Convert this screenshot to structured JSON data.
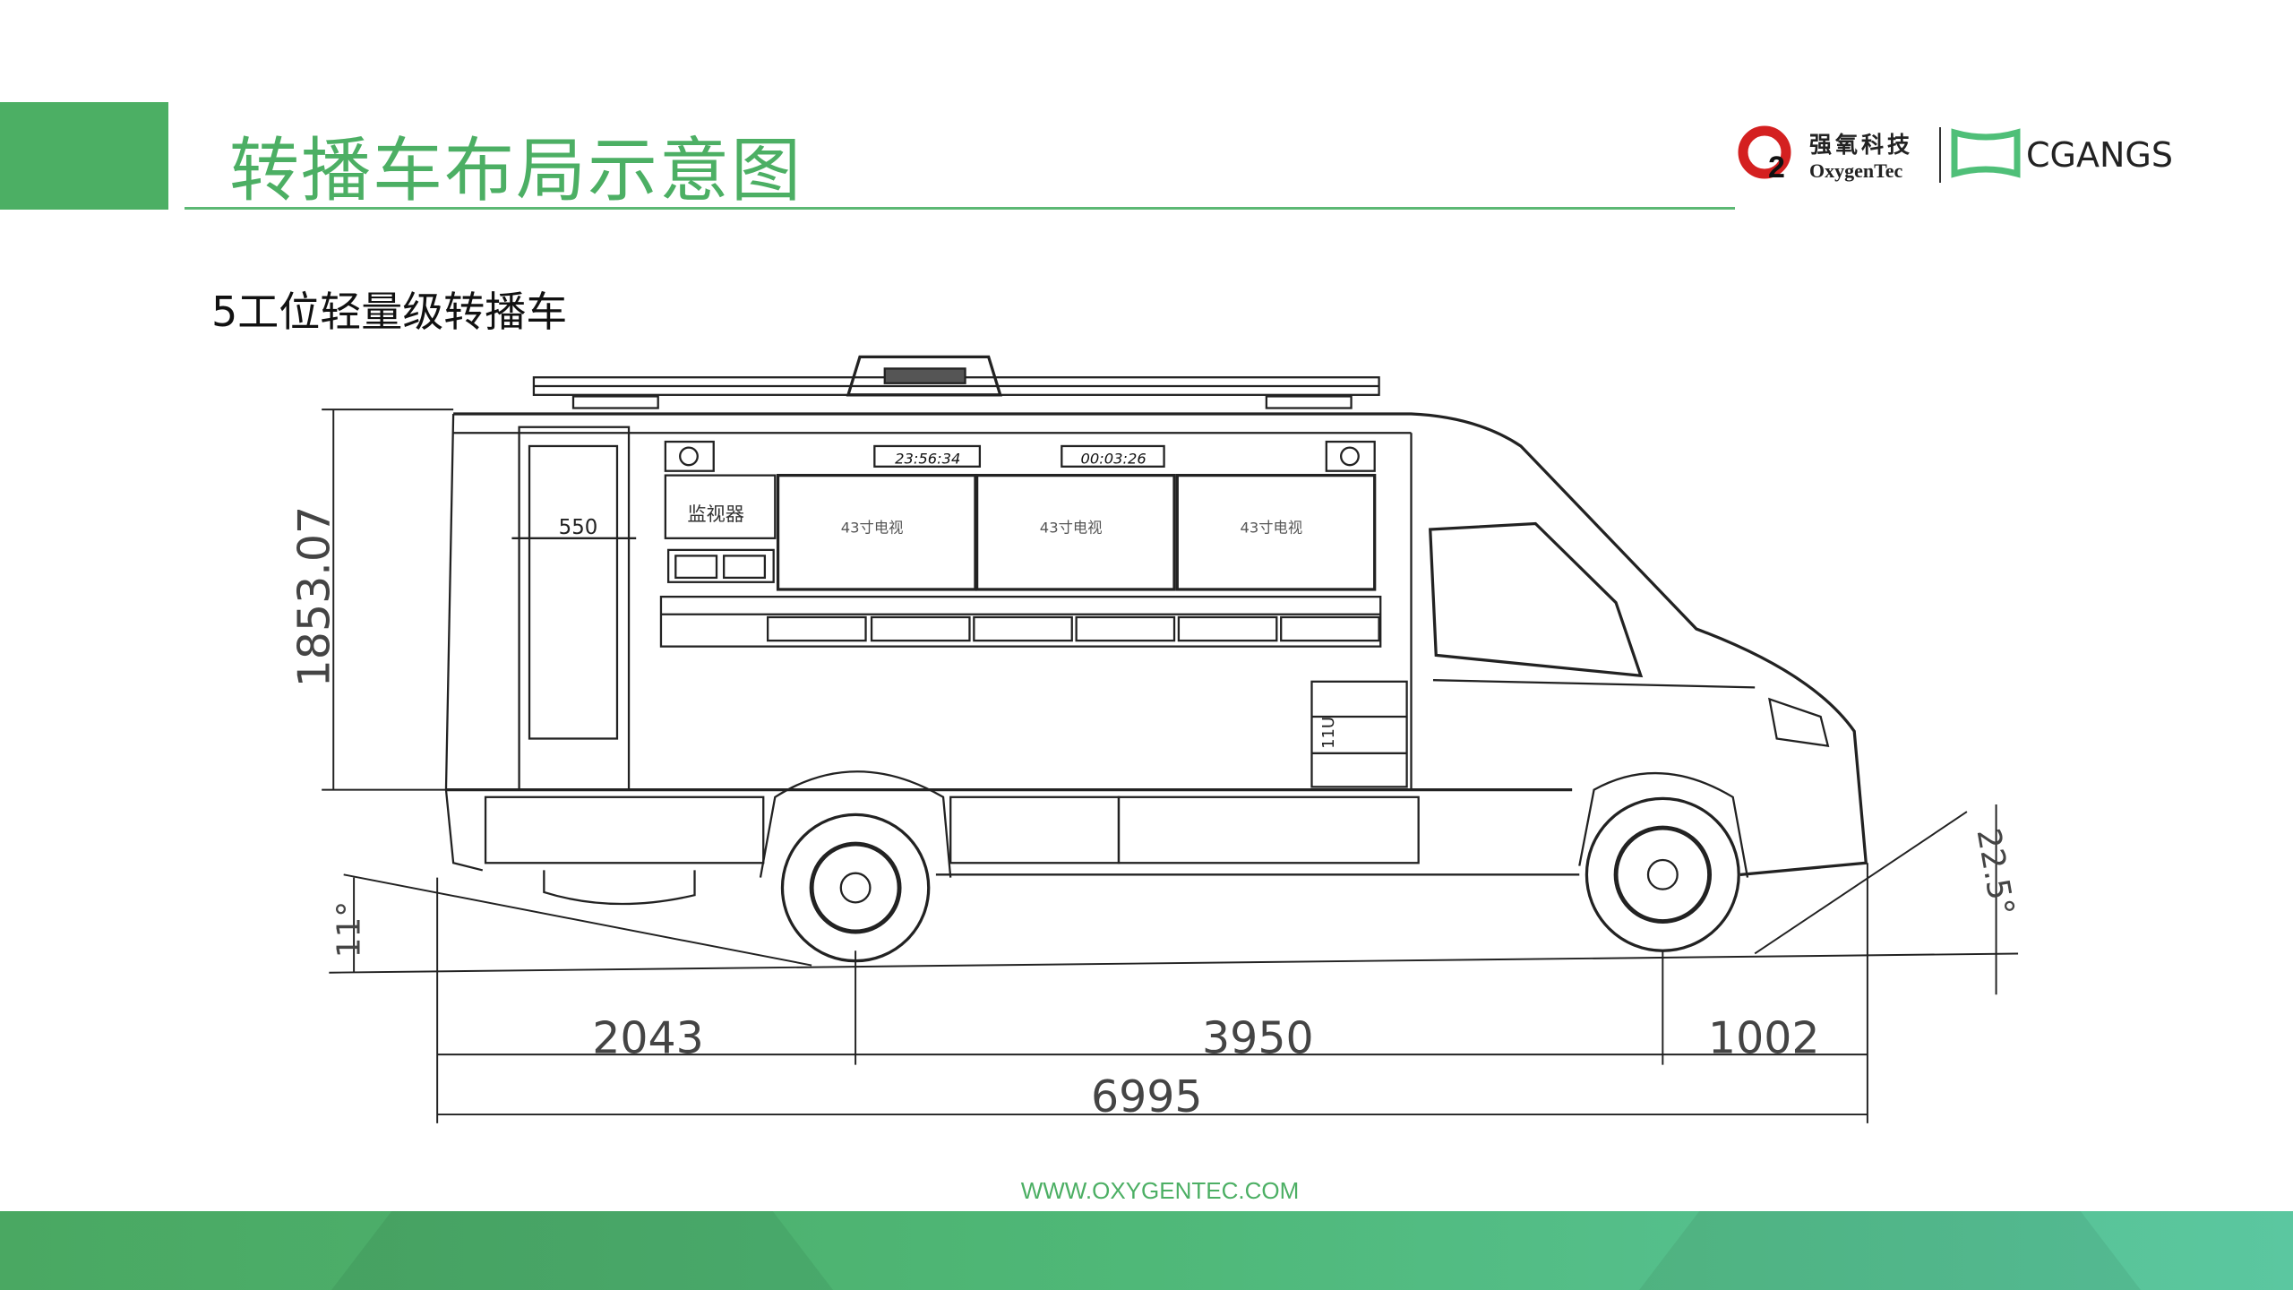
{
  "header": {
    "title": "转播车布局示意图",
    "logo_cn": "强氧科技",
    "logo_en": "OxygenTec",
    "logo_o2": "2",
    "partner_logo": "CGANGS"
  },
  "subtitle": "5工位轻量级转播车",
  "drawing": {
    "monitor_label": "监视器",
    "tv_labels": [
      "43寸电视",
      "43寸电视",
      "43寸电视"
    ],
    "clock_1": "23:56:34",
    "clock_2": "00:03:26",
    "door_width": "550",
    "rack_label": "11U",
    "height_dim": "1853.07",
    "rear_angle": "11°",
    "front_angle": "22.5°",
    "rear_overhang": "2043",
    "wheelbase": "3950",
    "front_overhang": "1002",
    "total_length": "6995"
  },
  "footer": {
    "url": "WWW.OXYGENTEC.COM"
  },
  "colors": {
    "brand_green": "#4caf64",
    "logo_red": "#d42020"
  }
}
